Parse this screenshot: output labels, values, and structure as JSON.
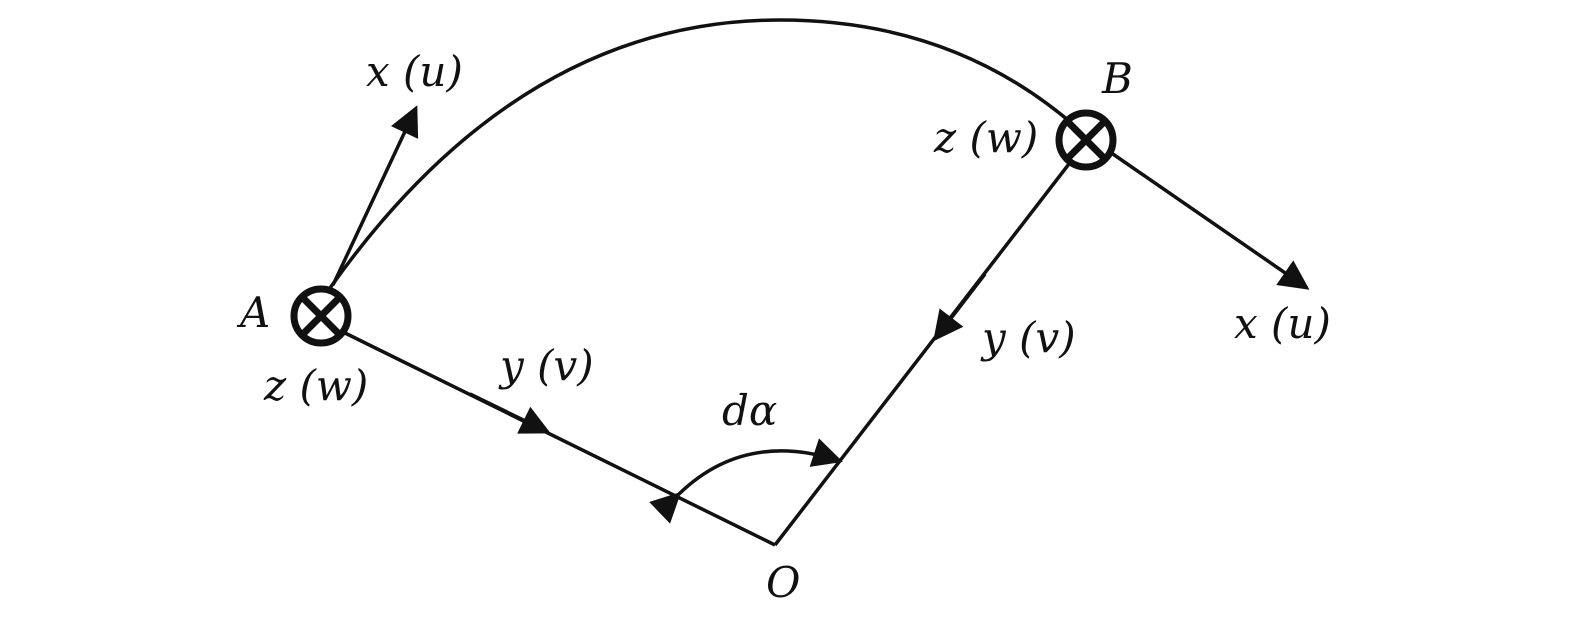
{
  "labels": {
    "point_a": "A",
    "point_b": "B",
    "origin": "O",
    "angle": "dα",
    "a_x_axis": "x (u)",
    "a_y_axis": "y (v)",
    "a_z_axis": "z (w)",
    "b_x_axis": "x (u)",
    "b_y_axis": "y (v)",
    "b_z_axis": "z (w)"
  },
  "colors": {
    "ink": "#111111",
    "background": "#ffffff"
  },
  "icons": {
    "into_page_marker": "circled-x-icon",
    "arrowhead": "arrowhead-icon"
  }
}
